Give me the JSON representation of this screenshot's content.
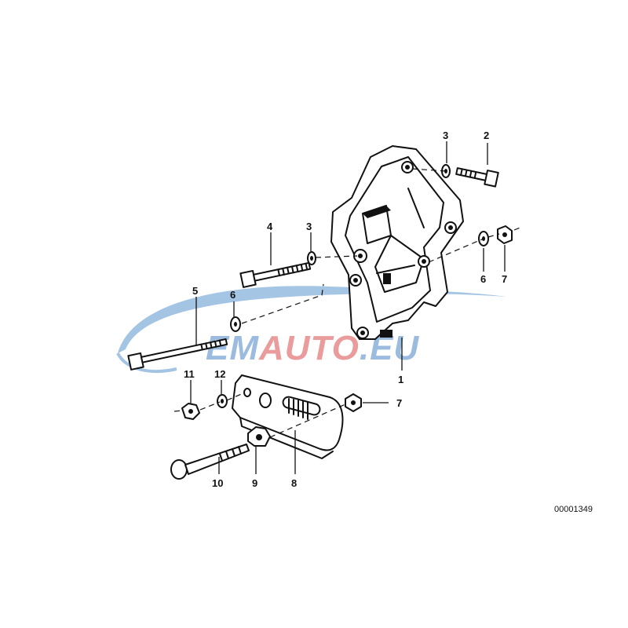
{
  "watermark": {
    "text_part1": "EM",
    "text_part2": "AUTO",
    "text_part3": ".EU",
    "color_primary": "#4a86c5",
    "color_accent": "#d94a4a",
    "color_swoosh": "#5b95cf"
  },
  "reference_number": "00001349",
  "callouts": {
    "c1": "1",
    "c2": "2",
    "c3a": "3",
    "c3b": "3",
    "c4": "4",
    "c5": "5",
    "c6a": "6",
    "c6b": "6",
    "c7a": "7",
    "c7b": "7",
    "c8": "8",
    "c9": "9",
    "c10": "10",
    "c11": "11",
    "c12": "12"
  }
}
